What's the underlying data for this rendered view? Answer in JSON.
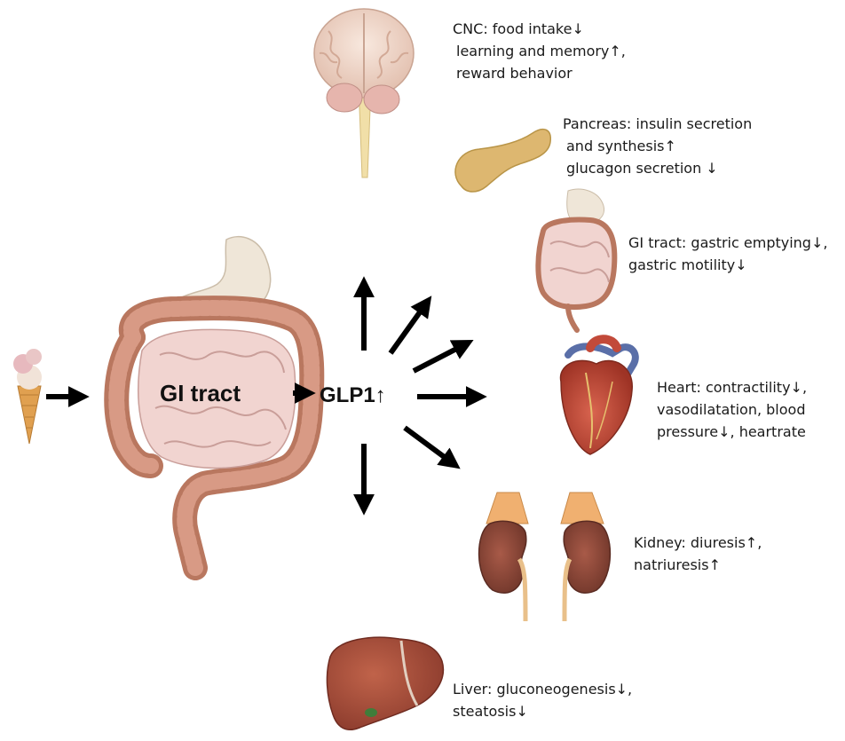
{
  "center": {
    "gi_tract_label": "GI tract",
    "glp1_label": "GLP1↑"
  },
  "effects": {
    "cnc": {
      "lines": [
        "CNC: food intake↓",
        "learning and memory↑,",
        "reward behavior"
      ]
    },
    "pancreas": {
      "lines": [
        "Pancreas: insulin secretion",
        "and synthesis↑",
        "glucagon secretion ↓"
      ]
    },
    "gi": {
      "lines": [
        "GI tract: gastric emptying↓,",
        "gastric motility↓"
      ]
    },
    "heart": {
      "lines": [
        "Heart: contractility↓,",
        "vasodilatation, blood",
        "pressure↓, heartrate"
      ]
    },
    "kidney": {
      "lines": [
        "Kidney: diuresis↑,",
        "natriuresis↑"
      ]
    },
    "liver": {
      "lines": [
        "Liver: gluconeogenesis↓,",
        "steatosis↓"
      ]
    }
  },
  "colors": {
    "arrow": "#000000",
    "intestine": "#c98a78",
    "small_intestine": "#f1d4d0",
    "stomach": "#efe6d8",
    "brain": "#f3ddd0",
    "pancreas": "#ddb770",
    "heart": "#c24a3a",
    "kidney": "#8e4a3c",
    "adrenal": "#f0b070",
    "liver": "#a8503c",
    "cone": "#e0a050"
  }
}
